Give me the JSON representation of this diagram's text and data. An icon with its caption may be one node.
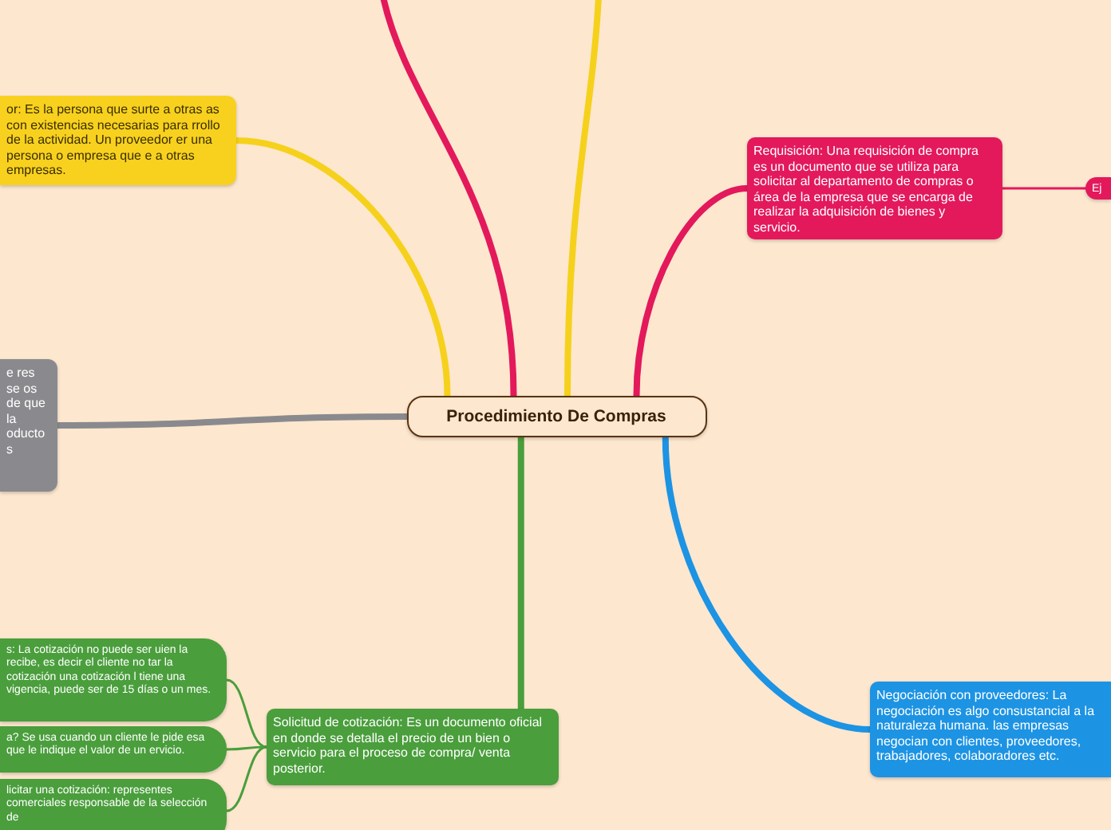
{
  "diagram": {
    "nodes": [
      {
        "text": [
          "Procedimiento De Compras"
        ]
      },
      {
        "text": [
          "or: Es la persona que surte a otras as con existencias necesarias para rrollo de la actividad. Un proveedor er una persona o empresa que e a otras empresas."
        ]
      },
      {
        "text": [
          "e res se os de que la oductos"
        ]
      },
      {
        "text": [
          "Requisición: Una requisición de compra es un documento que se utiliza para solicitar al departamento de compras o área de la empresa que se encarga de realizar la adquisición de bienes y servicio."
        ]
      },
      {
        "text": [
          "Ej"
        ]
      },
      {
        "text": [
          "Negociación con proveedores: La negociación es algo consustancial a la naturaleza humana. las empresas negocian con clientes, proveedores, trabajadores, colaboradores etc."
        ]
      },
      {
        "text": [
          "Solicitud de cotización: Es un documento oficial en donde se detalla el precio de un bien o servicio para el proceso de compra/ venta posterior."
        ]
      },
      {
        "text": [
          "s: La cotización no puede ser uien la recibe, es decir el cliente no tar la cotización una cotización l tiene una vigencia, puede ser de 15 días o un mes."
        ]
      },
      {
        "text": [
          "a? Se usa cuando un cliente le pide esa que le indique el valor de un ervicio."
        ]
      },
      {
        "text": [
          "licitar una cotización: representes comerciales responsable de la selección de"
        ]
      }
    ],
    "edges": [
      {
        "from": 0,
        "to": 1,
        "arrow": "none",
        "color": "#f5d11c"
      },
      {
        "from": 0,
        "to": 2,
        "arrow": "none",
        "color": "#8a8a8e"
      },
      {
        "from": 0,
        "to": 3,
        "arrow": "none",
        "color": "#e3195c"
      },
      {
        "from": 3,
        "to": 4,
        "arrow": "none",
        "color": "#e3195c"
      },
      {
        "from": 0,
        "to": 5,
        "arrow": "none",
        "color": "#1d93e3"
      },
      {
        "from": 0,
        "to": 6,
        "arrow": "none",
        "color": "#4a9e3c"
      },
      {
        "from": 6,
        "to": 7,
        "arrow": "none",
        "color": "#4a9e3c"
      },
      {
        "from": 6,
        "to": 8,
        "arrow": "none",
        "color": "#4a9e3c"
      },
      {
        "from": 6,
        "to": 9,
        "arrow": "none",
        "color": "#4a9e3c"
      },
      {
        "from": 0,
        "to": null,
        "arrow": "none",
        "color": "#e3195c"
      },
      {
        "from": 0,
        "to": null,
        "arrow": "none",
        "color": "#f5d11c"
      }
    ]
  }
}
